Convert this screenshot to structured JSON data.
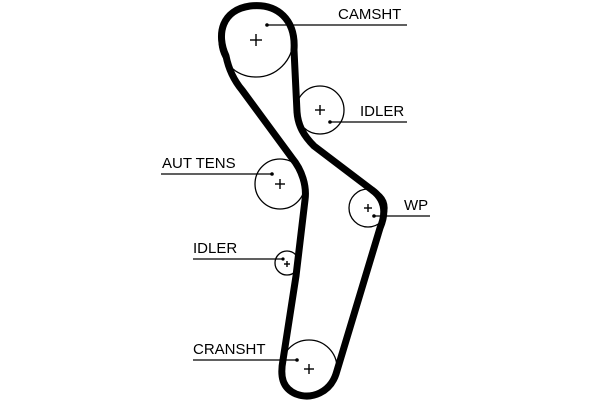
{
  "diagram": {
    "title": "Timing belt routing diagram",
    "pulleys": [
      {
        "id": "camsht",
        "label": "CAMSHT"
      },
      {
        "id": "idler-upper",
        "label": "IDLER"
      },
      {
        "id": "aut-tens",
        "label": "AUT TENS"
      },
      {
        "id": "wp",
        "label": "WP"
      },
      {
        "id": "idler-lower",
        "label": "IDLER"
      },
      {
        "id": "cransht",
        "label": "CRANSHT"
      }
    ],
    "colors": {
      "line": "#000000",
      "background": "#ffffff"
    }
  }
}
